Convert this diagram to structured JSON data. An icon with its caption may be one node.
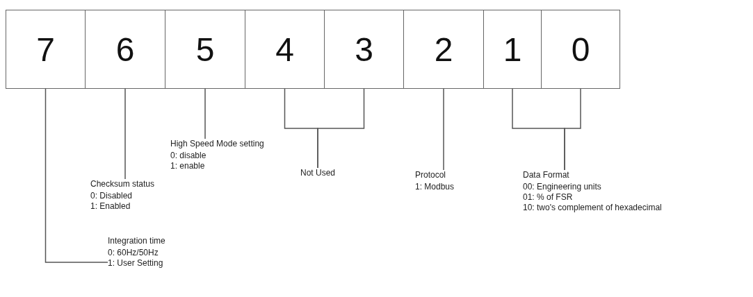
{
  "diagram": {
    "nodes": [
      {
        "text": [
          "7"
        ]
      },
      {
        "text": [
          "6"
        ]
      },
      {
        "text": [
          "5"
        ]
      },
      {
        "text": [
          "4"
        ]
      },
      {
        "text": [
          "3"
        ]
      },
      {
        "text": [
          "2"
        ]
      },
      {
        "text": [
          "1"
        ]
      },
      {
        "text": [
          "0"
        ]
      },
      {
        "text": [
          "Integration time",
          "0: 60Hz/50Hz",
          "1: User Setting"
        ]
      },
      {
        "text": [
          "Checksum status",
          "0: Disabled",
          "1: Enabled"
        ]
      },
      {
        "text": [
          "High Speed Mode setting",
          "0: disable",
          "1: enable"
        ]
      },
      {
        "text": [
          "Not Used"
        ]
      },
      {
        "text": [
          "Protocol",
          "1: Modbus"
        ]
      },
      {
        "text": [
          "Data Format",
          "00: Engineering units",
          "01: % of FSR",
          "10: two's complement of hexadecimal"
        ]
      }
    ],
    "edges": [
      {
        "from": 8,
        "to": 0,
        "arrow": "none"
      },
      {
        "from": 9,
        "to": 1,
        "arrow": "none"
      },
      {
        "from": 10,
        "to": 2,
        "arrow": "none"
      },
      {
        "from": 11,
        "to": 3,
        "arrow": "none"
      },
      {
        "from": 11,
        "to": 4,
        "arrow": "none"
      },
      {
        "from": 12,
        "to": 5,
        "arrow": "none"
      },
      {
        "from": 13,
        "to": 6,
        "arrow": "none"
      },
      {
        "from": 13,
        "to": 7,
        "arrow": "none"
      }
    ]
  }
}
